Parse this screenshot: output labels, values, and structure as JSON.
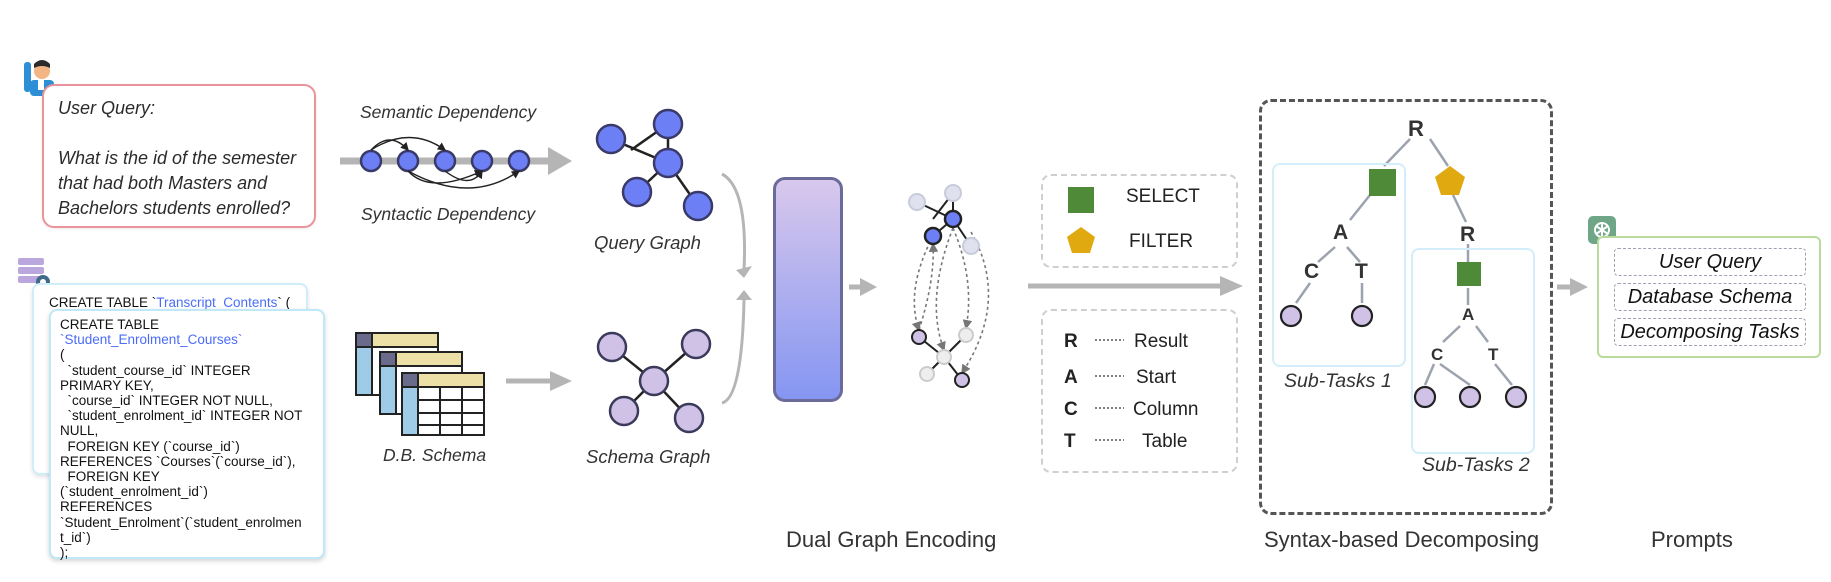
{
  "user_query": {
    "label": "User Query:",
    "lines": [
      "What is the id of the semester",
      "that had both Masters and",
      "Bachelors students enrolled?"
    ]
  },
  "sql_back": {
    "prefix": "CREATE TABLE `",
    "table_name": "Transcript_Contents",
    "suffix": "` ("
  },
  "sql_front": {
    "line1": "CREATE TABLE",
    "table_name": "`Student_Enrolment_Courses`",
    "body": "(\n  `student_course_id` INTEGER\nPRIMARY KEY,\n  `course_id` INTEGER NOT NULL,\n  `student_enrolment_id` INTEGER NOT\nNULL,\n  FOREIGN KEY (`course_id`)\nREFERENCES `Courses`(`course_id`),\n  FOREIGN KEY\n(`student_enrolment_id`)\nREFERENCES\n`Student_Enrolment`(`student_enrolmen\nt_id`)\n);"
  },
  "labels": {
    "semantic_dependency": "Semantic Dependency",
    "syntactic_dependency": "Syntactic Dependency",
    "query_graph": "Query Graph",
    "schema_graph": "Schema Graph",
    "db_schema": "D.B. Schema",
    "dual_graph_encoding": "Dual Graph Encoding",
    "syntax_based_decomposing": "Syntax-based Decomposing",
    "prompts": "Prompts",
    "sub_tasks_1": "Sub-Tasks 1",
    "sub_tasks_2": "Sub-Tasks 2"
  },
  "legend_shapes": [
    {
      "shape": "square",
      "color": "#4e8a37",
      "label": "SELECT"
    },
    {
      "shape": "pentagon",
      "color": "#e0a910",
      "label": "FILTER"
    }
  ],
  "legend_letters": [
    {
      "letter": "R",
      "meaning": "Result"
    },
    {
      "letter": "A",
      "meaning": "Start"
    },
    {
      "letter": "C",
      "meaning": "Column"
    },
    {
      "letter": "T",
      "meaning": "Table"
    }
  ],
  "tree_letters": {
    "root": "R",
    "a": "A",
    "c": "C",
    "t": "T",
    "r2": "R",
    "a2": "A",
    "c2": "C",
    "t2": "T"
  },
  "prompts": [
    "User Query",
    "Database Schema",
    "Decomposing Tasks"
  ],
  "colors": {
    "query_node": "#6d7ff5",
    "schema_node": "#cfc2e6",
    "select": "#4e8a37",
    "filter": "#e0a910",
    "arrow": "#b5b5b5",
    "query_border": "#e8949a",
    "prompt_border": "#b9dc9c",
    "subtask_border": "#d3eefa"
  },
  "icons": [
    "user-raising-hand-icon",
    "database-gear-icon",
    "table-stack-icon",
    "openai-logo-icon"
  ]
}
